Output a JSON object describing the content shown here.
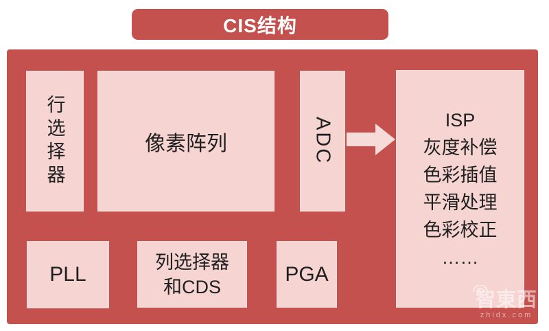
{
  "title": "CIS结构",
  "colors": {
    "container_red": "#c4514e",
    "block_pink": "#f6d4d2",
    "arrow_pink": "#f7dbd9",
    "text_dark": "#1f1f1f",
    "title_text": "#ffffff"
  },
  "blocks": {
    "row_selector": "行选择器",
    "pixel_array": "像素阵列",
    "adc": "ADC",
    "isp_lines": [
      "ISP",
      "灰度补偿",
      "色彩插值",
      "平滑处理",
      "色彩校正",
      "……"
    ],
    "pll": "PLL",
    "col_selector_line1": "列选择器",
    "col_selector_line2": "和CDS",
    "pga": "PGA"
  },
  "watermark": {
    "logo": "智東西",
    "url": "zhidx.com"
  }
}
